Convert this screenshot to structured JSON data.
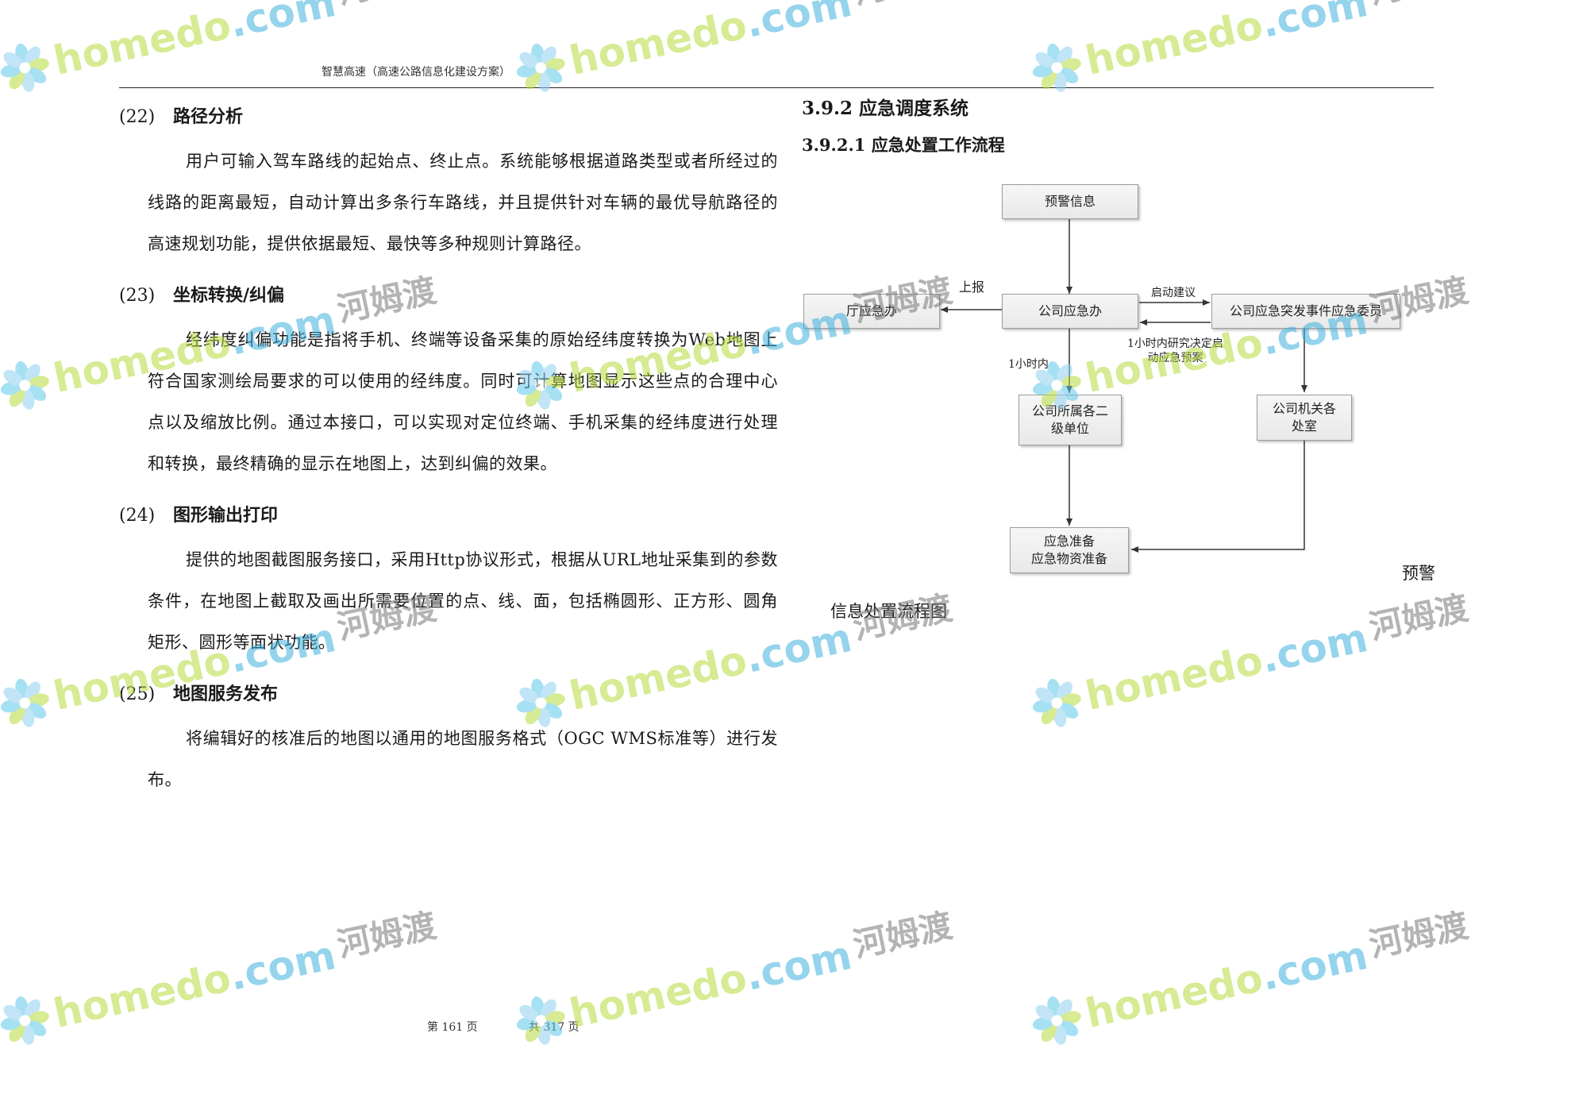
{
  "header": {
    "title": "智慧高速（高速公路信息化建设方案）"
  },
  "left": {
    "sections": [
      {
        "num": "(22)",
        "title": "路径分析",
        "body": "用户可输入驾车路线的起始点、终止点。系统能够根据道路类型或者所经过的线路的距离最短，自动计算出多条行车路线，并且提供针对车辆的最优导航路径的高速规划功能，提供依据最短、最快等多种规则计算路径。"
      },
      {
        "num": "(23)",
        "title": "坐标转换/纠偏",
        "body": "经纬度纠偏功能是指将手机、终端等设备采集的原始经纬度转换为Web地图上符合国家测绘局要求的可以使用的经纬度。同时可计算地图显示这些点的合理中心点以及缩放比例。通过本接口，可以实现对定位终端、手机采集的经纬度进行处理和转换，最终精确的显示在地图上，达到纠偏的效果。"
      },
      {
        "num": "(24)",
        "title": "图形输出打印",
        "body": "提供的地图截图服务接口，采用Http协议形式，根据从URL地址采集到的参数条件，在地图上截取及画出所需要位置的点、线、面，包括椭圆形、正方形、圆角矩形、圆形等面状功能。"
      },
      {
        "num": "(25)",
        "title": "地图服务发布",
        "body": "将编辑好的核准后的地图以通用的地图服务格式（OGC WMS标准等）进行发布。"
      }
    ]
  },
  "right": {
    "section_title": "3.9.2 应急调度系统",
    "subsection_title": "3.9.2.1 应急处置工作流程",
    "flow": {
      "box_warning": "预警信息",
      "box_dept_office": "厅应急办",
      "box_company_office": "公司应急办",
      "box_committee": "公司应急突发事件应急委员",
      "box_subunits": "公司所属各二\n级单位",
      "box_departments": "公司机关各\n处室",
      "box_prepare": "应急准备\n应急物资准备",
      "label_report": "上报",
      "label_suggest": "启动建议",
      "label_one_hour": "1小时内",
      "label_decide": "1小时内研究决定启\n动应急预案"
    },
    "warn_word": "预警",
    "figure_caption": "信息处置流程图"
  },
  "footer": {
    "page": "第 161 页",
    "total": "共 317 页"
  },
  "watermark": {
    "home": "home",
    "do": "do",
    "com": ".com",
    "cn": "河姆渡"
  }
}
